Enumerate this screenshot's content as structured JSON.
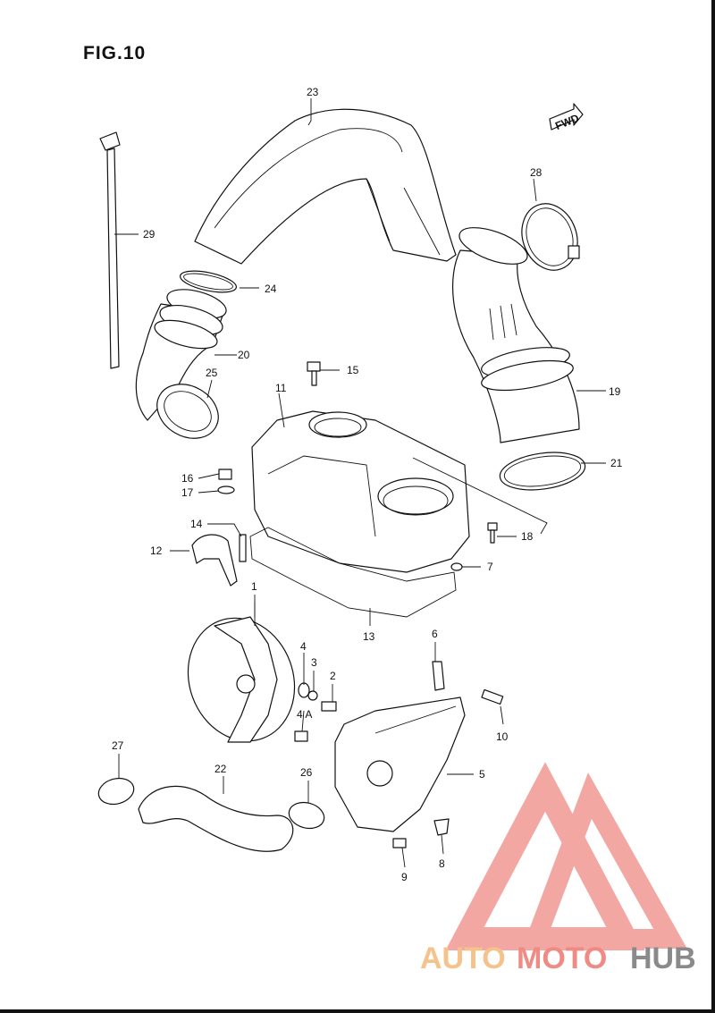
{
  "figure": {
    "title": "FIG.10"
  },
  "fwd_label": "FWD",
  "callouts": {
    "p1": "1",
    "p2": "2",
    "p3": "3",
    "p4": "4",
    "p4a": "4 A",
    "p5": "5",
    "p6": "6",
    "p7": "7",
    "p8": "8",
    "p9": "9",
    "p10": "10",
    "p11": "11",
    "p12": "12",
    "p13": "13",
    "p14": "14",
    "p15": "15",
    "p16": "16",
    "p17": "17",
    "p18": "18",
    "p19": "19",
    "p20": "20",
    "p21": "21",
    "p22": "22",
    "p23": "23",
    "p24": "24",
    "p25": "25",
    "p26": "26",
    "p27": "27",
    "p28": "28",
    "p29": "29"
  },
  "watermark": {
    "word_1": "AUTO",
    "word_2": "MOTO",
    "word_3": "HUB",
    "colors": {
      "auto": "#f6c28b",
      "moto": "#f08a84",
      "hub": "#8a8a8a",
      "logo": "#f08a84"
    }
  }
}
